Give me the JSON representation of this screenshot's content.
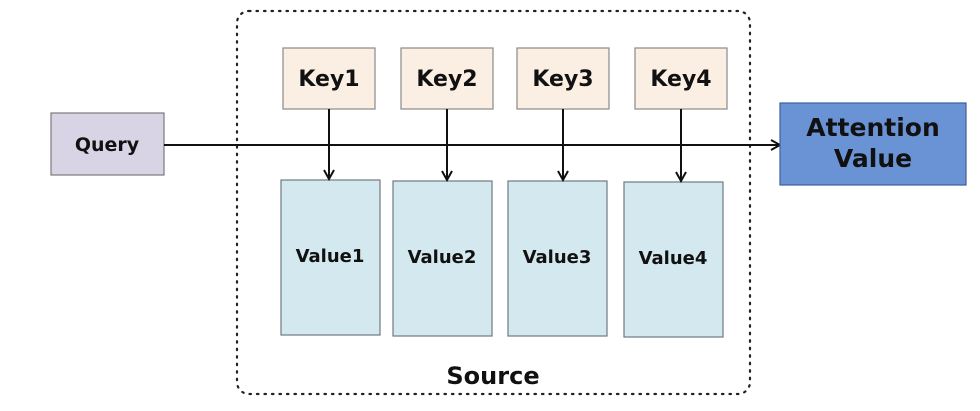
{
  "source": {
    "label": "Source"
  },
  "query": {
    "label": "Query"
  },
  "keys": [
    {
      "label": "Key1"
    },
    {
      "label": "Key2"
    },
    {
      "label": "Key3"
    },
    {
      "label": "Key4"
    }
  ],
  "values": [
    {
      "label": "Value1"
    },
    {
      "label": "Value2"
    },
    {
      "label": "Value3"
    },
    {
      "label": "Value4"
    }
  ],
  "output": {
    "line1": "Attention",
    "line2": "Value"
  },
  "colors": {
    "query_fill": "#d9d3e6",
    "query_stroke": "#7a7a7a",
    "key_fill": "#fbeee3",
    "key_stroke": "#8a8a8a",
    "value_fill": "#d4e9ef",
    "value_stroke": "#6e7a80",
    "output_fill": "#6a93d6",
    "output_stroke": "#3c5f9b",
    "arrow": "#111111",
    "source_border": "#222222"
  }
}
